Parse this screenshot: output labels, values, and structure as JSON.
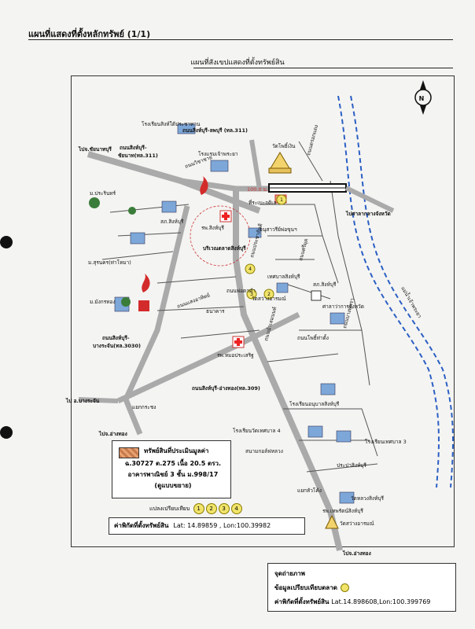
{
  "page": {
    "header": "แผนที่แสดงที่ตั้งหลักทรัพย์ (1/1)",
    "subtitle": "แผนที่สังเขปแสดงที่ตั้งทรัพย์สิน",
    "north_label": "N"
  },
  "map": {
    "labels": {
      "school_top": "โรงเรียนสิงห์ใต้ประชาทาน",
      "road_singburi_lopburi": "ถนนสิงห์บุรี-ลพบุรี (ทล.311)",
      "to_chainat": "ไปจ.ชัยนาทบุรี",
      "road_chainat_1": "ถนนสิงห์บุรี-",
      "road_chainat_2": "ชัยนาท(ทล.311)",
      "road_sipsong": "ถนนวิชาชาย",
      "school_chao": "โรงแรมเจ้าพระยา",
      "wat_pho": "วัดโพธิ์เงิน",
      "road_river": "ถนนตรอกแดง",
      "distance": "100.0 ม.",
      "subject": "ที่ระเบะอดิเล",
      "to_hall": "ไปศาลากลางจังหวัด",
      "m_prarin": "ม.ประรินทร์",
      "police": "สภ.สิงห์บุรี",
      "hospital": "รพ.สิงห์บุรี",
      "museum": "อนุสาวรีย์พ่อขุนฯ",
      "market": "บริเวณตลาดสิงห์บุรี",
      "road_prachasan": "ถนนประชาสันติ",
      "m_suparom": "ม.สุรนคร(ท่าโหมา)",
      "road_nakhon": "ถนนศรีมุด",
      "m_mungkorn": "ม.มังกรทอง",
      "tessaban": "เทศบาลสิงห์บุรี",
      "wat_sawang": "วัดสว่างอารมณ์",
      "police2": "สภ.สิงห์บุรี",
      "road_mid": "ถนนพ่อตาคำ",
      "city_hall": "ศาลาว่าการจังหวัด",
      "road_bang": "ถนนสิงห์บุรี-",
      "road_bang2": "บางระจัน(ทล.3030)",
      "road_ya": "ถนนแสงอาทิตย์",
      "bank": "ธนาคาร",
      "road_lower": "ถนนโพธิ์ท่าตั้ง",
      "hospital2": "รพ.หมอประเสริฐ",
      "road_sae": "ถนนนำเลมนนท์",
      "road_angthong": "ถนนสิงห์บุรี-อ่างทอง(ทล.309)",
      "school_anuban": "โรงเรียนอนุบาลสิงห์บุรี",
      "to_bangrachan": "ไป อ.บางระจัน",
      "junction": "แยกกระชง",
      "to_angthong_left": "ไปจ.อ่างทอง",
      "school_tessaban4": "โรงเรียนวัดเทศบาล 4",
      "school_tessaban3": "โรงเรียนเทศบาล 3",
      "swimming": "สนามกอล์ฟหลวง",
      "tri": "ประปาสิงห์บุรี",
      "junction2": "แยกหัวโค้ง",
      "wat_bottom": "วัดหลวงสิงห์บุรี",
      "hospital3": "รพ.เทพรัตน์สิงห์บุรี",
      "wat_bottom2": "วัดสว่างอารมณ์",
      "to_angthong_bottom": "ไปจ.อ่างทอง",
      "river_label": "แม่น้ำเจ้าพระยา",
      "road_bang_right": "ถนนบางพุทรา"
    },
    "markers": [
      "1",
      "2",
      "3",
      "4"
    ]
  },
  "legend": {
    "title": "ทรัพย์สินที่ประเมินมูลค่า",
    "line1": "ฉ.30727 ต.275 เนื้อ 20.5 ตรว.",
    "line2": "อาคารพาณิชย์ 3 ชั้น ม.998/17",
    "line3": "(ดูแบบขยาย)"
  },
  "compare": {
    "label": "แปลงเปรียบเทียบ",
    "items": [
      "1",
      "2",
      "3",
      "4"
    ]
  },
  "coords": {
    "label": "ค่าพิกัดที่ตั้งทรัพย์สิน",
    "value": "Lat: 14.89859 , Lon:100.39982"
  },
  "notes": {
    "photo_point": "จุดถ่ายภาพ",
    "compare_data": "ข้อมูลเปรียบเทียบตลาด",
    "coord_label": "ค่าพิกัดที่ตั้งทรัพย์สิน",
    "coord_value": "Lat.14.898608,Lon:100.399769"
  }
}
